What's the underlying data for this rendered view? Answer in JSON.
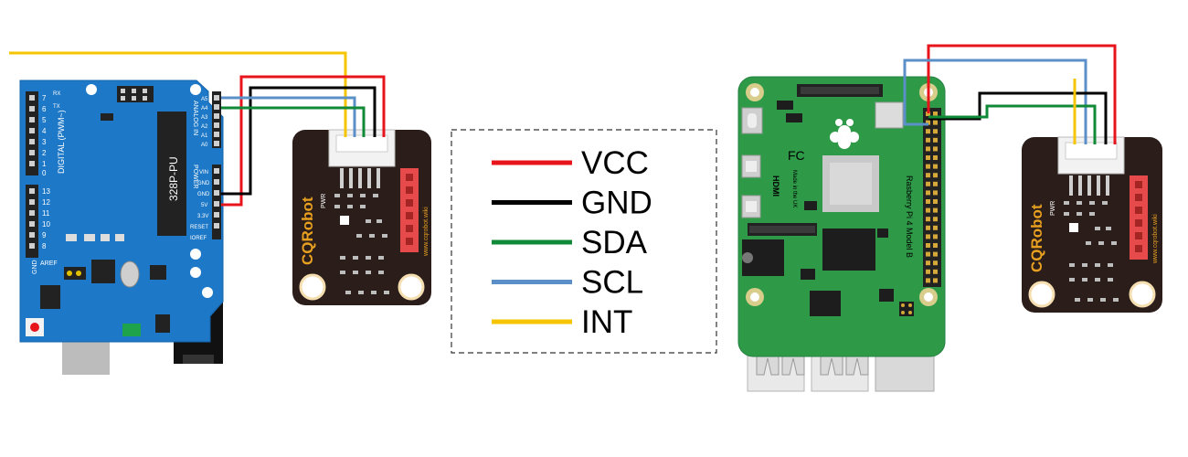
{
  "colors": {
    "VCC": "#e8141c",
    "GND": "#000000",
    "SDA": "#118a37",
    "SCL": "#5b8fc8",
    "INT": "#f6c400"
  },
  "legend": [
    {
      "key": "VCC",
      "label": "VCC",
      "color": "#e8141c"
    },
    {
      "key": "GND",
      "label": "GND",
      "color": "#000000"
    },
    {
      "key": "SDA",
      "label": "SDA",
      "color": "#118a37"
    },
    {
      "key": "SCL",
      "label": "SCL",
      "color": "#5b8fc8"
    },
    {
      "key": "INT",
      "label": "INT",
      "color": "#f6c400"
    }
  ],
  "arduino": {
    "chip_label": "328P-PU",
    "digital_label": "DIGITAL (PWM~)",
    "analog_label": "ANALOG IN",
    "power_label": "POWER",
    "aref_label": "AREF",
    "gnd_label": "GND",
    "tx_label": "TX",
    "rx_label": "RX",
    "pins_right_top": [
      "A5",
      "A4",
      "A3",
      "A2",
      "A1",
      "A0"
    ],
    "pins_right_bottom": [
      "VIN",
      "GND",
      "GND",
      "5V",
      "3.3V",
      "RESET",
      "IOREF"
    ],
    "pins_left_top": [
      "7",
      "6",
      "5",
      "4",
      "3",
      "2",
      "1",
      "0"
    ],
    "pins_left_bottom": [
      "13",
      "12",
      "11",
      "10",
      "9",
      "8"
    ]
  },
  "sensor_left": {
    "brand": "CQRobot",
    "pwr": "PWR",
    "url": "www.cqrobot.wiki"
  },
  "sensor_right": {
    "brand": "CQRobot",
    "pwr": "PWR",
    "url": "www.cqrobot.wiki"
  },
  "raspberry_pi": {
    "model_label": "Rasberry Pi 4 Model B",
    "made_in": "Made in the UK",
    "fc": "FC",
    "hdmi": "HDMI"
  }
}
